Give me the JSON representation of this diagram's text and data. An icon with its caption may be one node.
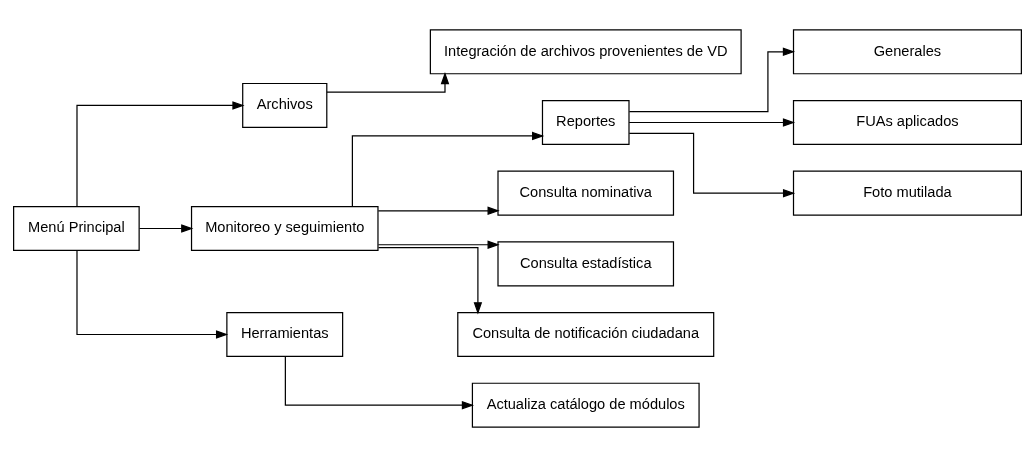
{
  "diagram": {
    "nodes": [
      {
        "text": [
          "Menú Principal"
        ]
      },
      {
        "text": [
          "Archivos"
        ]
      },
      {
        "text": [
          "Integración de archivos provenientes de VD"
        ]
      },
      {
        "text": [
          "Monitoreo y seguimiento"
        ]
      },
      {
        "text": [
          "Reportes"
        ]
      },
      {
        "text": [
          "Generales"
        ]
      },
      {
        "text": [
          "FUAs aplicados"
        ]
      },
      {
        "text": [
          "Foto mutilada"
        ]
      },
      {
        "text": [
          "Consulta nominativa"
        ]
      },
      {
        "text": [
          "Consulta estadística"
        ]
      },
      {
        "text": [
          "Consulta de notificación ciudadana"
        ]
      },
      {
        "text": [
          "Herramientas"
        ]
      },
      {
        "text": [
          "Actualiza catálogo de módulos"
        ]
      }
    ],
    "edges": [
      {
        "from": 0,
        "to": 1,
        "arrow": "to"
      },
      {
        "from": 0,
        "to": 3,
        "arrow": "to"
      },
      {
        "from": 0,
        "to": 11,
        "arrow": "to"
      },
      {
        "from": 1,
        "to": 2,
        "arrow": "to"
      },
      {
        "from": 3,
        "to": 4,
        "arrow": "to"
      },
      {
        "from": 3,
        "to": 8,
        "arrow": "to"
      },
      {
        "from": 3,
        "to": 9,
        "arrow": "to"
      },
      {
        "from": 3,
        "to": 10,
        "arrow": "to"
      },
      {
        "from": 4,
        "to": 5,
        "arrow": "to"
      },
      {
        "from": 4,
        "to": 6,
        "arrow": "to"
      },
      {
        "from": 4,
        "to": 7,
        "arrow": "to"
      },
      {
        "from": 11,
        "to": 12,
        "arrow": "to"
      }
    ]
  }
}
